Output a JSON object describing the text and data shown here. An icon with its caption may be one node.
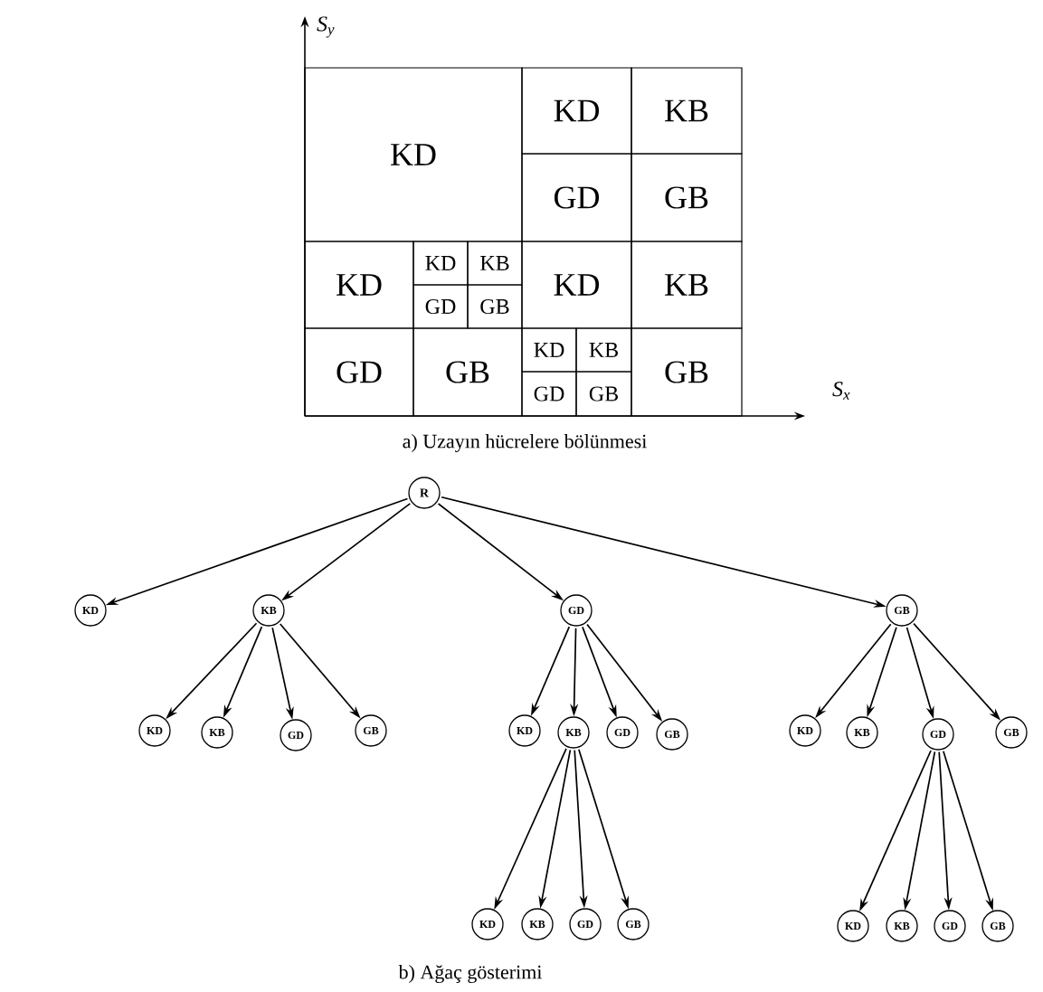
{
  "diagram": {
    "nodes": [
      {
        "text": [
          "KD"
        ]
      },
      {
        "text": [
          "KD"
        ]
      },
      {
        "text": [
          "KB"
        ]
      },
      {
        "text": [
          "GD"
        ]
      },
      {
        "text": [
          "GB"
        ]
      },
      {
        "text": [
          "KD"
        ]
      },
      {
        "text": [
          "KD"
        ]
      },
      {
        "text": [
          "KB"
        ]
      },
      {
        "text": [
          "GD"
        ]
      },
      {
        "text": [
          "GB"
        ]
      },
      {
        "text": [
          "KD"
        ]
      },
      {
        "text": [
          "KB"
        ]
      },
      {
        "text": [
          "GD"
        ]
      },
      {
        "text": [
          "GB"
        ]
      },
      {
        "text": [
          "KD"
        ]
      },
      {
        "text": [
          "KB"
        ]
      },
      {
        "text": [
          "GD"
        ]
      },
      {
        "text": [
          "GB"
        ]
      },
      {
        "text": [
          "GB"
        ]
      },
      {
        "text": [
          "R"
        ]
      },
      {
        "text": [
          "KD"
        ]
      },
      {
        "text": [
          "KB"
        ]
      },
      {
        "text": [
          "GD"
        ]
      },
      {
        "text": [
          "GB"
        ]
      },
      {
        "text": [
          "KD"
        ]
      },
      {
        "text": [
          "KB"
        ]
      },
      {
        "text": [
          "GD"
        ]
      },
      {
        "text": [
          "GB"
        ]
      },
      {
        "text": [
          "KD"
        ]
      },
      {
        "text": [
          "KB"
        ]
      },
      {
        "text": [
          "GD"
        ]
      },
      {
        "text": [
          "GB"
        ]
      },
      {
        "text": [
          "KD"
        ]
      },
      {
        "text": [
          "KB"
        ]
      },
      {
        "text": [
          "GD"
        ]
      },
      {
        "text": [
          "GB"
        ]
      },
      {
        "text": [
          "KD"
        ]
      },
      {
        "text": [
          "KB"
        ]
      },
      {
        "text": [
          "GD"
        ]
      },
      {
        "text": [
          "GB"
        ]
      },
      {
        "text": [
          "KD"
        ]
      },
      {
        "text": [
          "KB"
        ]
      },
      {
        "text": [
          "GD"
        ]
      },
      {
        "text": [
          "GB"
        ]
      }
    ],
    "edges": [
      {
        "from": 19,
        "to": 20,
        "arrow": "to"
      },
      {
        "from": 19,
        "to": 21,
        "arrow": "to"
      },
      {
        "from": 19,
        "to": 22,
        "arrow": "to"
      },
      {
        "from": 19,
        "to": 23,
        "arrow": "to"
      },
      {
        "from": 21,
        "to": 24,
        "arrow": "to"
      },
      {
        "from": 21,
        "to": 25,
        "arrow": "to"
      },
      {
        "from": 21,
        "to": 26,
        "arrow": "to"
      },
      {
        "from": 21,
        "to": 27,
        "arrow": "to"
      },
      {
        "from": 22,
        "to": 28,
        "arrow": "to"
      },
      {
        "from": 22,
        "to": 29,
        "arrow": "to"
      },
      {
        "from": 22,
        "to": 30,
        "arrow": "to"
      },
      {
        "from": 22,
        "to": 31,
        "arrow": "to"
      },
      {
        "from": 23,
        "to": 32,
        "arrow": "to"
      },
      {
        "from": 23,
        "to": 33,
        "arrow": "to"
      },
      {
        "from": 23,
        "to": 34,
        "arrow": "to"
      },
      {
        "from": 23,
        "to": 35,
        "arrow": "to"
      },
      {
        "from": 29,
        "to": 36,
        "arrow": "to"
      },
      {
        "from": 29,
        "to": 37,
        "arrow": "to"
      },
      {
        "from": 29,
        "to": 38,
        "arrow": "to"
      },
      {
        "from": 29,
        "to": 39,
        "arrow": "to"
      },
      {
        "from": 34,
        "to": 40,
        "arrow": "to"
      },
      {
        "from": 34,
        "to": 41,
        "arrow": "to"
      },
      {
        "from": 34,
        "to": 42,
        "arrow": "to"
      },
      {
        "from": 34,
        "to": 43,
        "arrow": "to"
      }
    ],
    "labels": [
      "S$_{y}$",
      "S$_{x}$",
      "a) Uzayın hücrelere bölünmesi",
      "b) Ağaç gösterimi"
    ]
  }
}
